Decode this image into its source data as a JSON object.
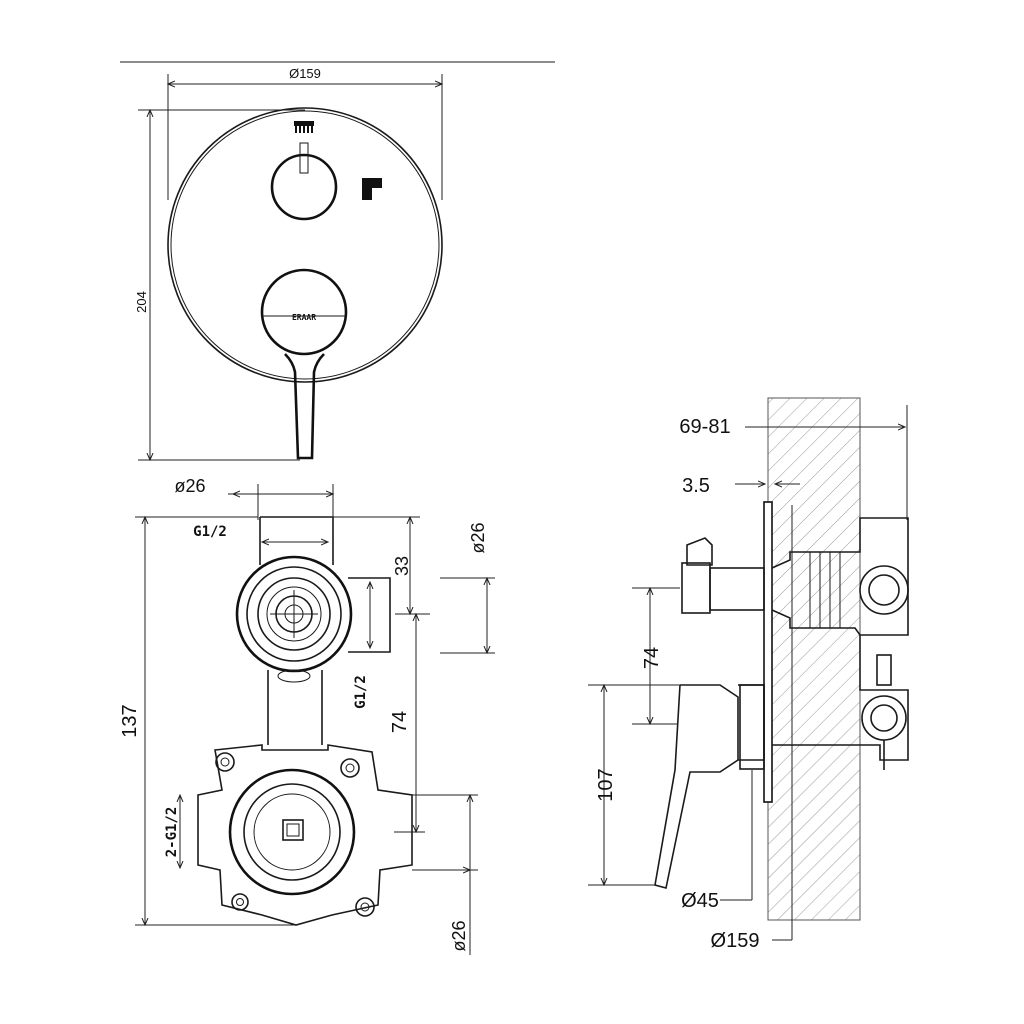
{
  "front_view": {
    "diameter_label": "Ø159",
    "height_label": "204",
    "handle_brand_text": "ERAAR"
  },
  "body_view": {
    "top_diameter_label": "ø26",
    "top_thread_label": "G1/2",
    "right_top_diameter_label": "ø26",
    "dim_33_label": "33",
    "side_thread_label": "G1/2",
    "dim_74_label": "74",
    "total_height_label": "137",
    "bottom_thread_label": "2-G1/2",
    "bottom_diameter_label": "ø26"
  },
  "side_view": {
    "wall_depth_label": "69-81",
    "plate_thickness_label": "3.5",
    "spacing_label": "74",
    "height_107_label": "107",
    "handle_diameter_label": "Ø45",
    "plate_diameter_label": "Ø159"
  }
}
